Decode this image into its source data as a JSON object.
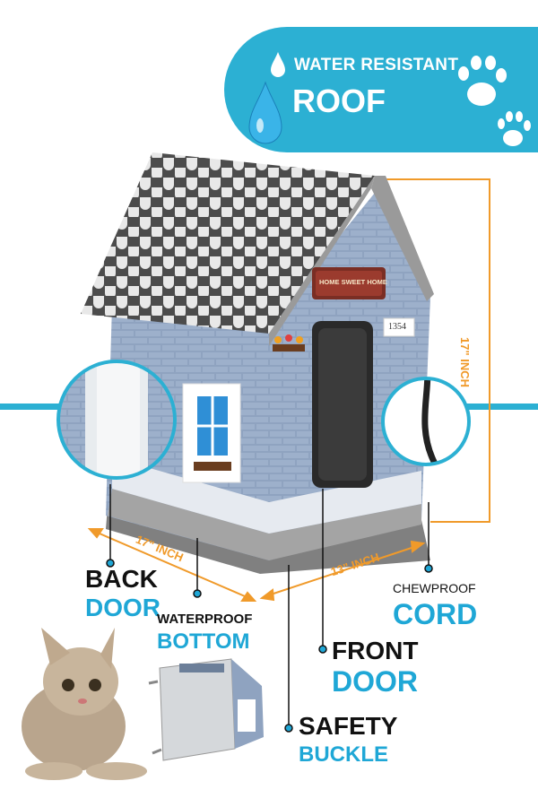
{
  "banner": {
    "line1": "WATER RESISTANT",
    "line2": "ROOF"
  },
  "house": {
    "sign": "HOME SWEET HOME",
    "number": "1354"
  },
  "dimensions": {
    "width": "17\" INCH",
    "depth": "13\" INCH",
    "height": "17\" INCH"
  },
  "callouts": {
    "back_door": {
      "line1": "BACK",
      "line2": "DOOR"
    },
    "waterproof_bottom": {
      "line1": "WATERPROOF",
      "line2": "BOTTOM"
    },
    "chewproof_cord": {
      "line1": "CHEWPROOF",
      "line2": "CORD"
    },
    "front_door": {
      "line1": "FRONT",
      "line2": "DOOR"
    },
    "safety_buckle": {
      "line1": "SAFETY",
      "line2": "BUCKLE"
    }
  },
  "colors": {
    "accent_blue": "#2cb0d3",
    "text_blue": "#1fa7d6",
    "dimension_orange": "#f09a2a",
    "house_wall": "#8fa3c0",
    "roof_dark": "#4a4a4a"
  },
  "icons": [
    "water-drop-icon",
    "paw-print-icon",
    "kitten-photo",
    "folded-house-photo"
  ]
}
